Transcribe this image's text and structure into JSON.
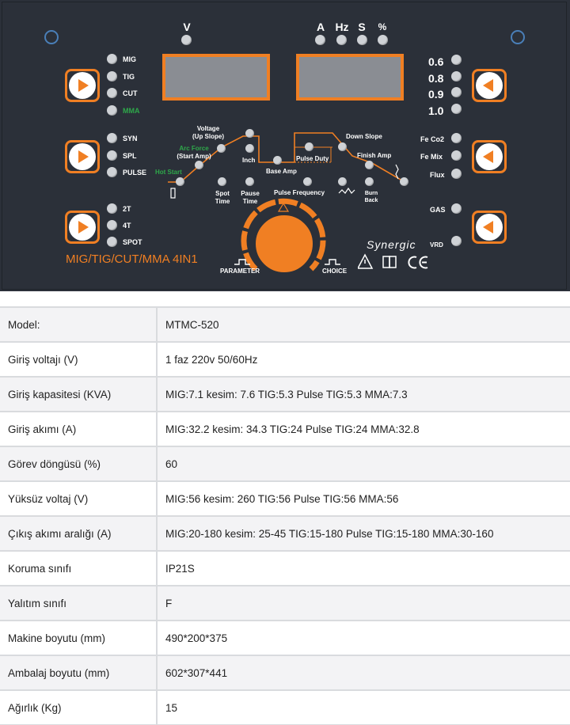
{
  "panel": {
    "model_text": "MIG/TIG/CUT/MMA 4IN1",
    "synergic": "Synergic",
    "display_labels": {
      "volt": "V",
      "amp": "A",
      "hz": "Hz",
      "sec": "S",
      "pct": "%"
    },
    "modes": [
      "MIG",
      "TIG",
      "CUT",
      "MMA"
    ],
    "synergy_modes": [
      "SYN",
      "SPL",
      "PULSE"
    ],
    "trigger_modes": [
      "2T",
      "4T",
      "SPOT"
    ],
    "wire_sizes": [
      "0.6",
      "0.8",
      "0.9",
      "1.0"
    ],
    "materials": [
      "Fe Co2",
      "Fe Mix",
      "Flux"
    ],
    "gas": "GAS",
    "vrd": "VRD",
    "params": {
      "voltage_up": "Voltage\n(Up Slope)",
      "arc_force": "Arc Force",
      "start_amp": "(Start Amp)",
      "hot_start": "Hot Start",
      "inch": "Inch",
      "base_amp": "Base Amp",
      "pulse_duty": "Pulse Duty",
      "down_slope": "Down Slope",
      "finish_amp": "Finish Amp",
      "spot_time": "Spot\nTime",
      "pause_time": "Pause\nTime",
      "pulse_freq": "Pulse Frequency",
      "burn_back": "Burn\nBack"
    },
    "parameter_label": "PARAMETER",
    "choice_label": "CHOICE",
    "colors": {
      "panel": "#2b3039",
      "accent": "#f07f23",
      "display": "#8a8d93",
      "green": "#2ea84a"
    }
  },
  "specs": [
    {
      "key": "Model:",
      "value": "MTMC-520"
    },
    {
      "key": "Giriş voltajı (V)",
      "value": "1 faz 220v 50/60Hz"
    },
    {
      "key": "Giriş kapasitesi (KVA)",
      "value": "MIG:7.1 kesim: 7.6 TIG:5.3 Pulse TIG:5.3 MMA:7.3"
    },
    {
      "key": "Giriş akımı (A)",
      "value": "MIG:32.2 kesim: 34.3 TIG:24 Pulse TIG:24 MMA:32.8"
    },
    {
      "key": "Görev döngüsü (%)",
      "value": "60"
    },
    {
      "key": "Yüksüz voltaj (V)",
      "value": "MIG:56 kesim: 260 TIG:56 Pulse TIG:56 MMA:56"
    },
    {
      "key": "Çıkış akımı aralığı (A)",
      "value": "MIG:20-180 kesim: 25-45 TIG:15-180 Pulse TIG:15-180 MMA:30-160"
    },
    {
      "key": "Koruma sınıfı",
      "value": "IP21S"
    },
    {
      "key": "Yalıtım sınıfı",
      "value": "F"
    },
    {
      "key": "Makine boyutu (mm)",
      "value": "490*200*375"
    },
    {
      "key": "Ambalaj boyutu (mm)",
      "value": "602*307*441"
    },
    {
      "key": "Ağırlık (Kg)",
      "value": "15"
    }
  ]
}
